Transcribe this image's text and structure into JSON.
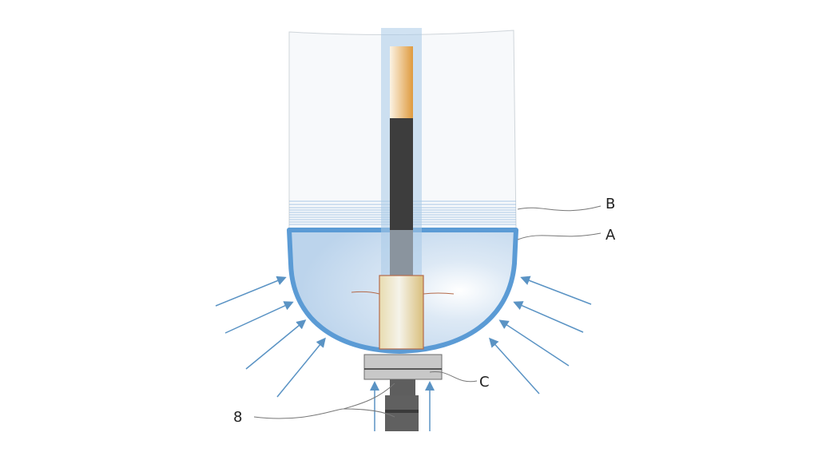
{
  "labels": {
    "b": "B",
    "a": "A",
    "c": "C",
    "eight": "8"
  },
  "colors": {
    "bowl_stroke": "#5b9bd5",
    "bowl_fill": "#c9ddf0",
    "arrow": "#5a93c4",
    "rod_dark": "#3d3d3d",
    "rod_orange": "#e3a24a",
    "plate": "#c8c8c8",
    "stem": "#5e5e5e"
  }
}
